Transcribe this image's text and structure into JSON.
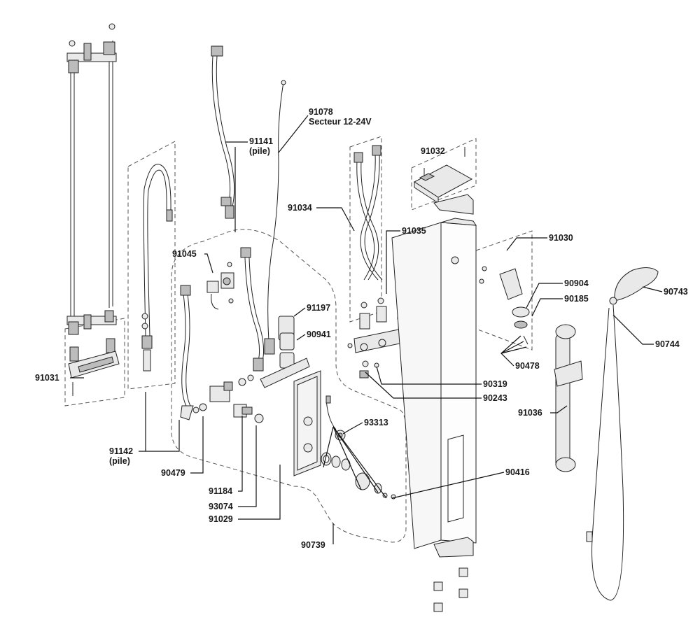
{
  "labels": {
    "p91078": "91078",
    "secteur": "Secteur 12-24V",
    "p91141": "91141",
    "pile1": "(pile)",
    "p91032": "91032",
    "p91034": "91034",
    "p91035": "91035",
    "p91030": "91030",
    "p91045": "91045",
    "p91197": "91197",
    "p90941": "90941",
    "p90904": "90904",
    "p90743": "90743",
    "p90185": "90185",
    "p90744": "90744",
    "p90478": "90478",
    "p91031": "91031",
    "p90319": "90319",
    "p90243": "90243",
    "p91036": "91036",
    "p93313": "93313",
    "p91142": "91142",
    "pile2": "(pile)",
    "p90416": "90416",
    "p90479": "90479",
    "p91184": "91184",
    "p93074": "93074",
    "p91029": "91029",
    "p90739": "90739"
  }
}
